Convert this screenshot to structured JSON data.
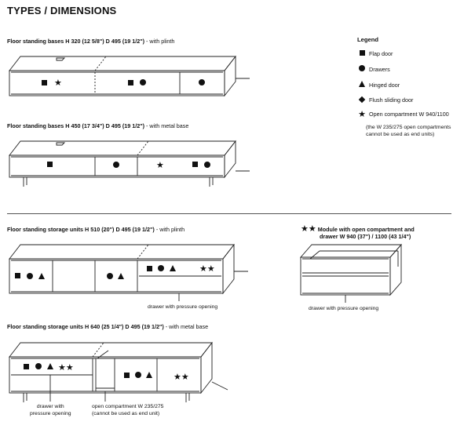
{
  "page_title": "TYPES / DIMENSIONS",
  "sections": {
    "base_320": {
      "name": "Floor standing bases",
      "dims": "H 320",
      "imperial_h": "(12 5/8\")",
      "depth": "D 495",
      "imperial_d": "(19 1/2\")",
      "suffix": "- with plinth"
    },
    "base_450": {
      "name": "Floor standing bases",
      "dims": "H 450",
      "imperial_h": "(17 3/4\")",
      "depth": "D 495",
      "imperial_d": "(19 1/2\")",
      "suffix": "- with metal base"
    },
    "storage_510": {
      "name": "Floor standing storage units",
      "dims": "H 510",
      "imperial_h": "(20\")",
      "depth": "D 495",
      "imperial_d": "(19 1/2\")",
      "suffix": "- with plinth",
      "drawer_note": "drawer with pressure opening"
    },
    "storage_640": {
      "name": "Floor standing storage units",
      "dims": "H 640",
      "imperial_h": "(25 1/4\")",
      "depth": "D 495",
      "imperial_d": "(19 1/2\")",
      "suffix": "- with metal base",
      "drawer_note_line1": "drawer with",
      "drawer_note_line2": "pressure opening",
      "open_note_line1": "open compartment W 235/275",
      "open_note_line2": "(cannot be used as end unit)"
    },
    "module": {
      "marker": "★★",
      "line1": "Module with open compartment and",
      "line2": "drawer W 940 (37\") / 1100 (43 1/4\")",
      "drawer_note": "drawer with pressure opening"
    }
  },
  "legend": {
    "title": "Legend",
    "items": [
      {
        "icon": "square-icon",
        "label": "Flap door"
      },
      {
        "icon": "circle-icon",
        "label": "Drawers"
      },
      {
        "icon": "triangle-icon",
        "label": "Hinged door"
      },
      {
        "icon": "diamond-icon",
        "label": "Flush sliding door"
      },
      {
        "icon": "star-icon",
        "label": "Open compartment W 940/1100"
      }
    ],
    "note_line1": "(the W 235/275 open compartments",
    "note_line2": "cannot be used as end units)"
  }
}
